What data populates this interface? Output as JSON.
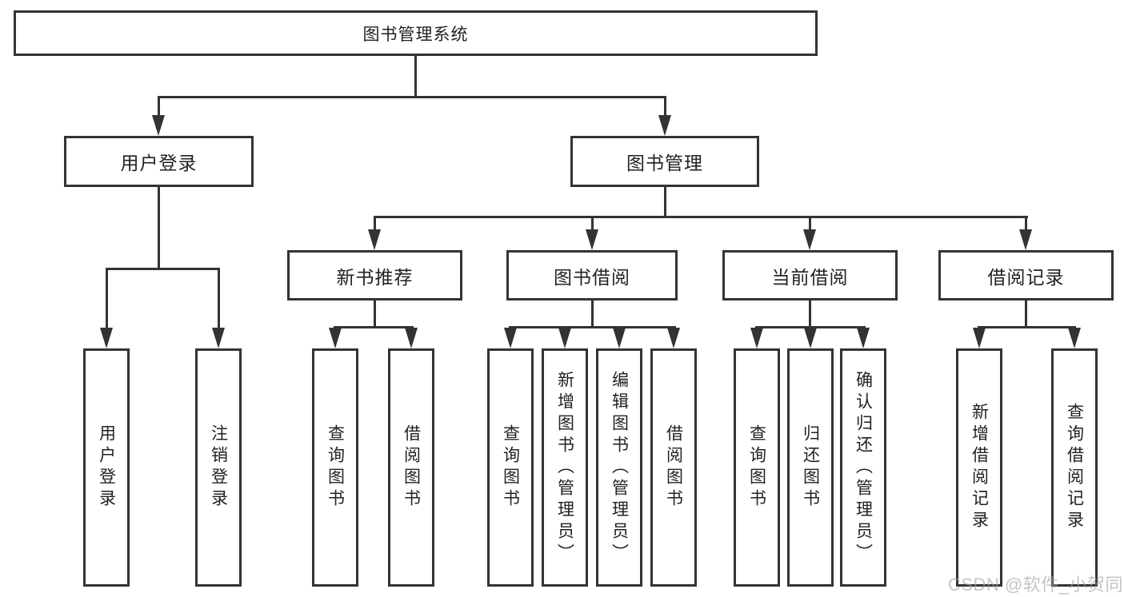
{
  "nodes": {
    "root": "图书管理系统",
    "level2": [
      "用户登录",
      "图书管理"
    ],
    "level3": [
      "新书推荐",
      "图书借阅",
      "当前借阅",
      "借阅记录"
    ],
    "leaves": [
      "用户登录",
      "注销登录",
      "查询图书",
      "借阅图书",
      "查询图书",
      "新增图书（管理员）",
      "编辑图书（管理员）",
      "借阅图书",
      "查询图书",
      "归还图书",
      "确认归还（管理员）",
      "新增借阅记录",
      "查询借阅记录"
    ]
  },
  "hierarchy": {
    "图书管理系统": [
      "用户登录",
      "图书管理"
    ],
    "用户登录": [
      "用户登录",
      "注销登录"
    ],
    "图书管理": [
      "新书推荐",
      "图书借阅",
      "当前借阅",
      "借阅记录"
    ],
    "新书推荐": [
      "查询图书",
      "借阅图书"
    ],
    "图书借阅": [
      "查询图书",
      "新增图书（管理员）",
      "编辑图书（管理员）",
      "借阅图书"
    ],
    "当前借阅": [
      "查询图书",
      "归还图书",
      "确认归还（管理员）"
    ],
    "借阅记录": [
      "新增借阅记录",
      "查询借阅记录"
    ]
  },
  "watermark": {
    "text": "CSDN @软件_小贺同学"
  },
  "colors": {
    "line": "#333333",
    "text": "#222222",
    "background": "#ffffff",
    "watermark": "#c8c8c8"
  }
}
